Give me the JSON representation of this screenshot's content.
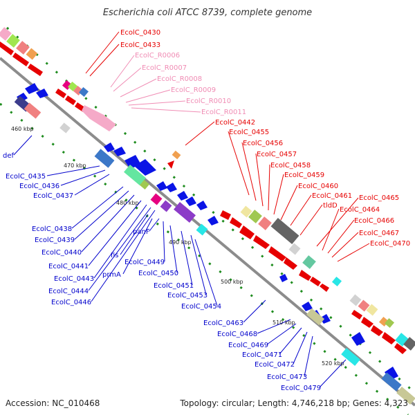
{
  "title": "Escherichia coli ATCC 8739, complete genome",
  "footer": {
    "accession": "Accession: NC_010468",
    "summary": "Topology: circular; Length: 4,746,218 bp; Genes: 4,323"
  },
  "ticks": [
    "460 kbp",
    "470 kbp",
    "480 kbp",
    "490 kbp",
    "500 kbp",
    "510 kbp",
    "520 kbp"
  ],
  "labels_forward": [
    "EcolC_0430",
    "EcolC_0433",
    "EcolC_0442",
    "EcolC_0455",
    "EcolC_0456",
    "EcolC_0457",
    "EcolC_0458",
    "EcolC_0459",
    "EcolC_0460",
    "EcolC_0461",
    "tldD",
    "EcolC_0465",
    "EcolC_0464",
    "EcolC_0466",
    "EcolC_0467",
    "EcolC_0470"
  ],
  "labels_rna": [
    "EcolC_R0006",
    "EcolC_R0007",
    "EcolC_R0008",
    "EcolC_R0009",
    "EcolC_R0010",
    "EcolC_R0011"
  ],
  "labels_reverse": [
    "def",
    "EcolC_0435",
    "EcolC_0436",
    "EcolC_0437",
    "EcolC_0438",
    "EcolC_0439",
    "EcolC_0440",
    "EcolC_0441",
    "EcolC_0443",
    "EcolC_0444",
    "EcolC_0446",
    "fis",
    "prmA",
    "panF",
    "EcolC_0449",
    "EcolC_0450",
    "EcolC_0451",
    "EcolC_0453",
    "EcolC_0454",
    "EcolC_0463",
    "EcolC_0468",
    "EcolC_0469",
    "EcolC_0471",
    "EcolC_0472",
    "EcolC_0473",
    "EcolC_0479"
  ],
  "colors": {
    "backbone": "#8c8c8c",
    "forward_cds": "#e60000",
    "reverse_cds": "#0a14e6",
    "rna": "#f5aac8",
    "forward_label": "#e60000",
    "rna_label": "#f08cb4",
    "reverse_label": "#0000cc",
    "gc_dots": "#1e8c1e"
  }
}
